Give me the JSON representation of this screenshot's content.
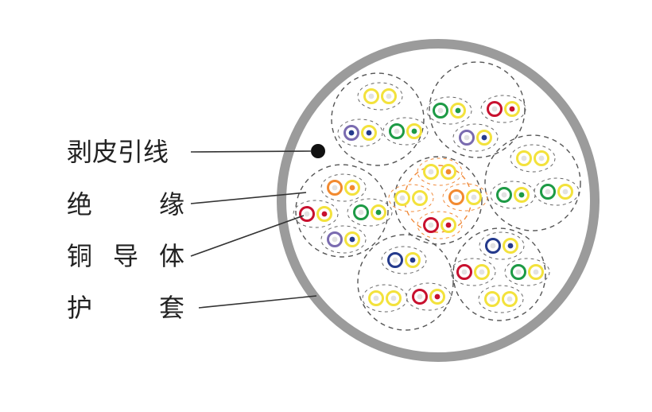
{
  "labels": {
    "drain_wire": "剥皮引线",
    "insulation_left": "绝",
    "insulation_right": "缘",
    "conductor_1": "铜",
    "conductor_2": "导",
    "conductor_3": "体",
    "jacket_left": "护",
    "jacket_right": "套"
  },
  "colors": {
    "jacket": "#9b9b9b",
    "leader": "#333333",
    "drain": "#111111",
    "unit_outline": "#555555",
    "center_unit_outline": "#f08a3a",
    "yellow": "#f3e23c",
    "white": "#e2e2e2",
    "blue": "#243a8c",
    "green": "#1d9a45",
    "red": "#c8102e",
    "orange": "#f28a30",
    "purple": "#7a6bb0",
    "grey": "#a0a0a0"
  }
}
